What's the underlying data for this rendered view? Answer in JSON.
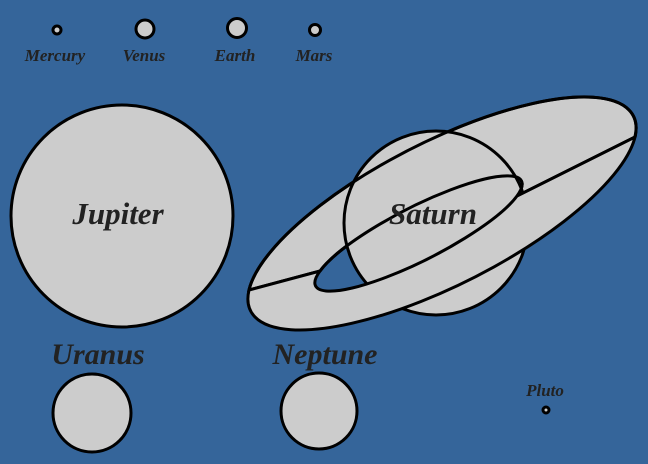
{
  "diagram": {
    "background_color": "#35659a",
    "planet_fill": "#cccccc",
    "outline_color": "#000000",
    "label_color": "#222222",
    "planets": {
      "mercury": {
        "label": "Mercury"
      },
      "venus": {
        "label": "Venus"
      },
      "earth": {
        "label": "Earth"
      },
      "mars": {
        "label": "Mars"
      },
      "jupiter": {
        "label": "Jupiter"
      },
      "saturn": {
        "label": "Saturn"
      },
      "uranus": {
        "label": "Uranus"
      },
      "neptune": {
        "label": "Neptune"
      },
      "pluto": {
        "label": "Pluto"
      }
    }
  }
}
